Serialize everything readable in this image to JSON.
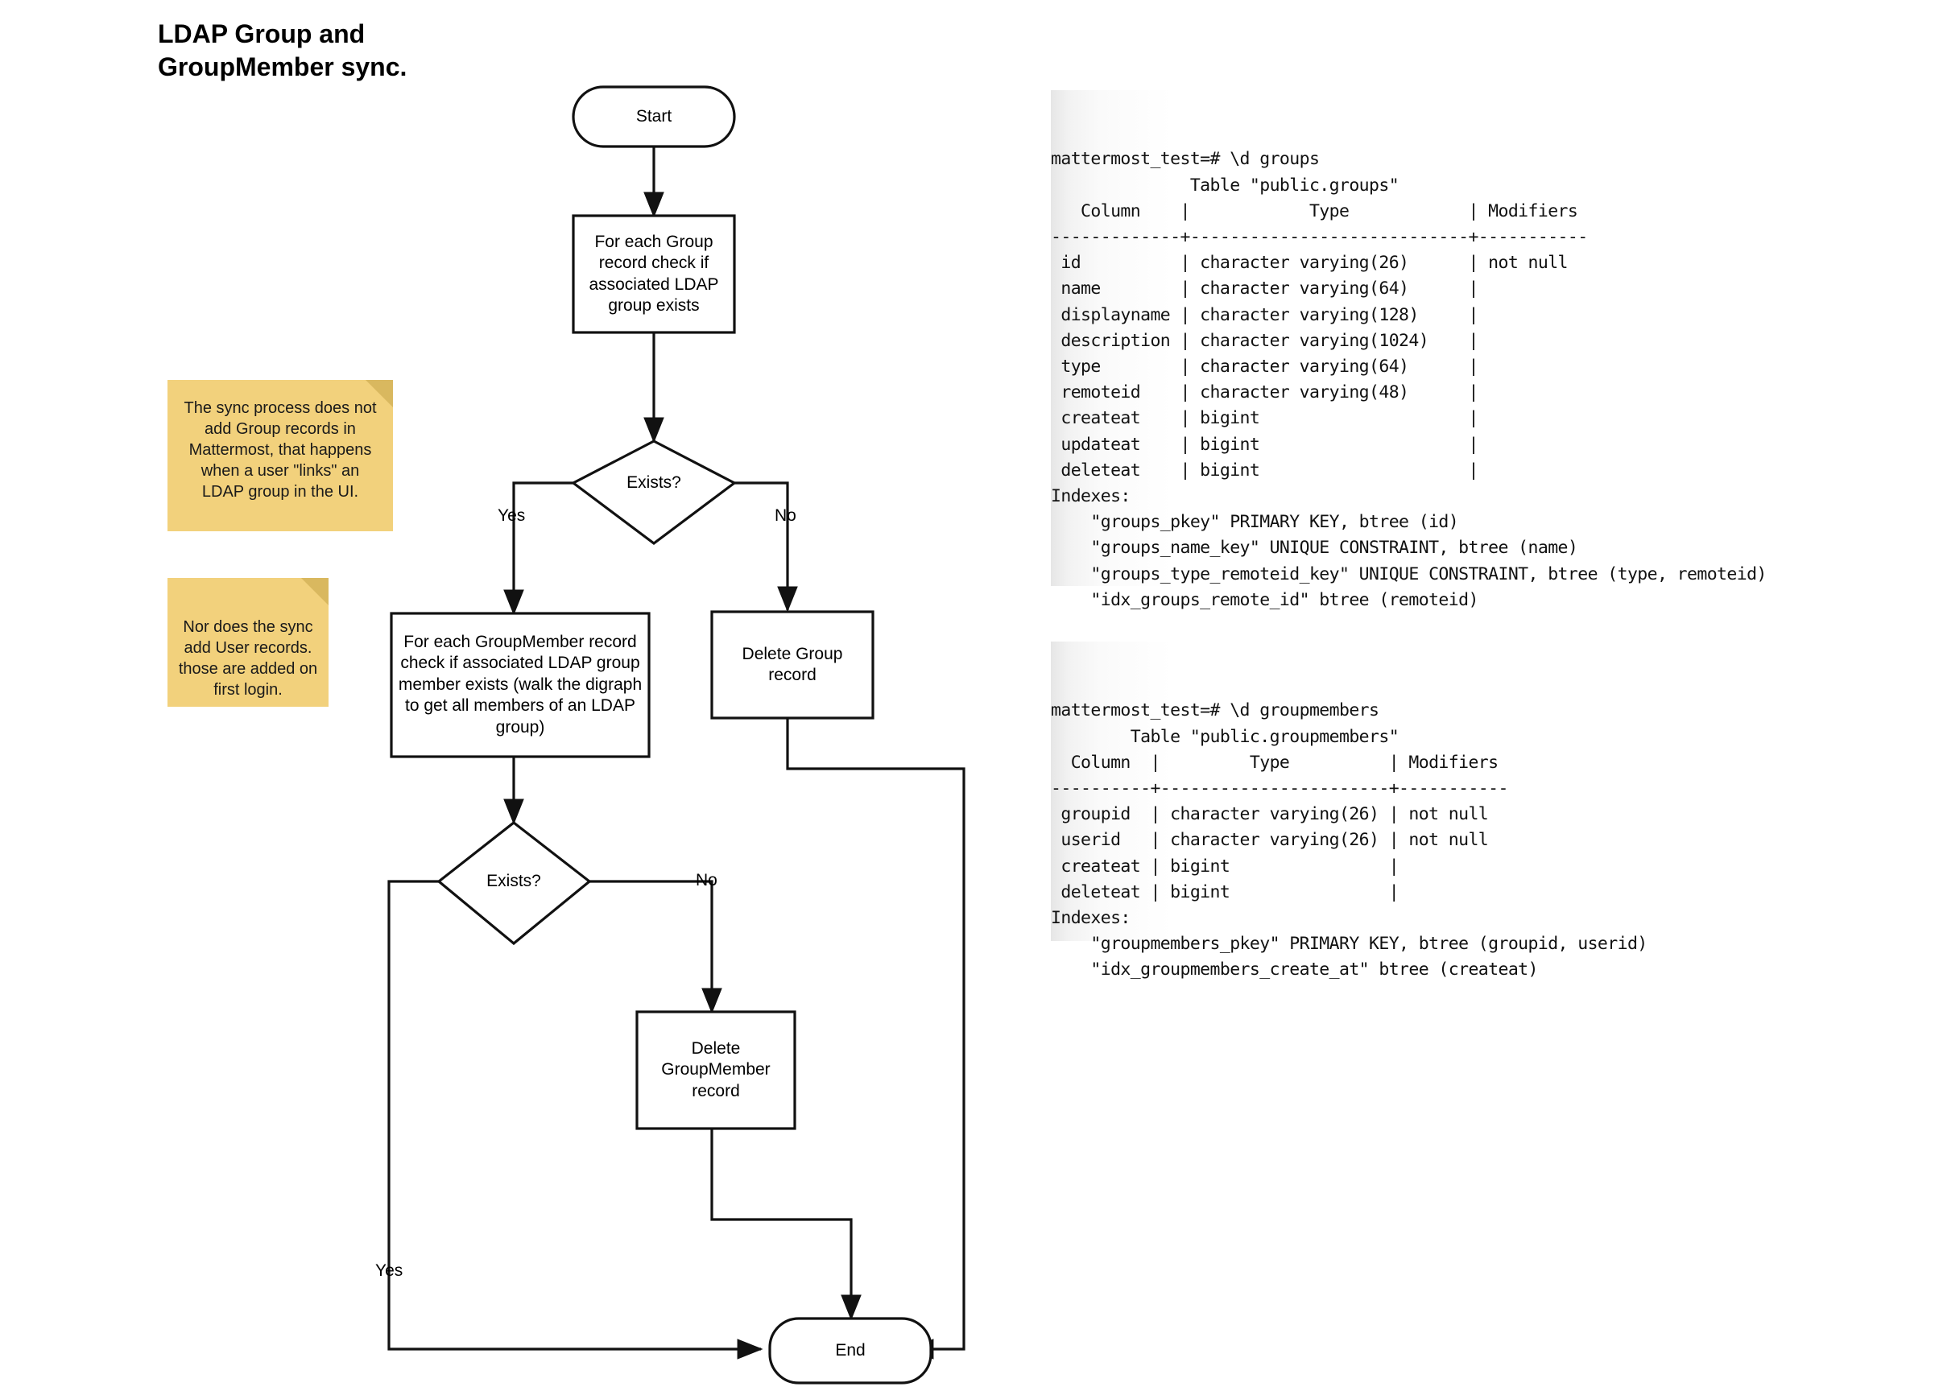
{
  "title": {
    "line1": "LDAP Group and",
    "line2": "GroupMember sync."
  },
  "flowchart": {
    "nodes": {
      "start": "Start",
      "check_group": "For each Group record check if associated LDAP group exists",
      "exists_1": "Exists?",
      "check_groupmember": "For each GroupMember record check if associated LDAP group member exists (walk the digraph to get all members of an LDAP group)",
      "delete_group": "Delete Group record",
      "exists_2": "Exists?",
      "delete_groupmember": "Delete GroupMember record",
      "end": "End"
    },
    "edge_labels": {
      "yes_1": "Yes",
      "no_1": "No",
      "no_2": "No",
      "yes_2": "Yes"
    }
  },
  "notes": [
    {
      "id": "note-group-records",
      "text": "The sync process does not add Group records in Mattermost, that happens when a user \"links\" an LDAP group in the UI."
    },
    {
      "id": "note-user-records",
      "text": "Nor does the sync add User records. those are added on first login."
    }
  ],
  "terminals": [
    {
      "id": "groups-table",
      "prompt": "mattermost_test=# \\d groups",
      "lines": [
        "mattermost_test=# \\d groups",
        "              Table \"public.groups\"",
        "   Column    |            Type            | Modifiers ",
        "-------------+----------------------------+-----------",
        " id          | character varying(26)      | not null",
        " name        | character varying(64)      |",
        " displayname | character varying(128)     |",
        " description | character varying(1024)    |",
        " type        | character varying(64)      |",
        " remoteid    | character varying(48)      |",
        " createat    | bigint                     |",
        " updateat    | bigint                     |",
        " deleteat    | bigint                     |",
        "Indexes:",
        "    \"groups_pkey\" PRIMARY KEY, btree (id)",
        "    \"groups_name_key\" UNIQUE CONSTRAINT, btree (name)",
        "    \"groups_type_remoteid_key\" UNIQUE CONSTRAINT, btree (type, remoteid)",
        "    \"idx_groups_remote_id\" btree (remoteid)",
        "",
        "          _"
      ]
    },
    {
      "id": "groupmembers-table",
      "prompt": "mattermost_test=# \\d groupmembers",
      "lines": [
        "mattermost_test=# \\d groupmembers",
        "        Table \"public.groupmembers\"",
        "  Column  |         Type          | Modifiers ",
        "----------+-----------------------+-----------",
        " groupid  | character varying(26) | not null",
        " userid   | character varying(26) | not null",
        " createat | bigint                |",
        " deleteat | bigint                |",
        "Indexes:",
        "    \"groupmembers_pkey\" PRIMARY KEY, btree (groupid, userid)",
        "    \"idx_groupmembers_create_at\" btree (createat)"
      ]
    }
  ],
  "colors": {
    "note_bg": "#f2d17c",
    "note_fold": "#d9b85f",
    "stroke": "#111111",
    "terminal_bg": "#f4f4f4"
  }
}
